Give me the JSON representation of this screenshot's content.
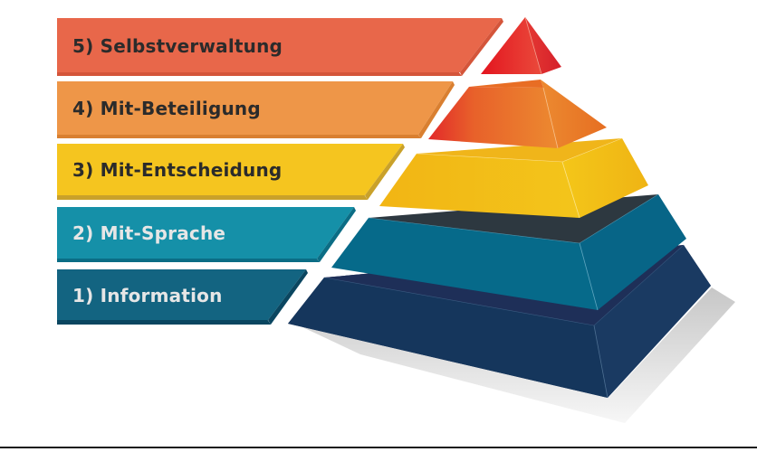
{
  "diagram": {
    "type": "participation-pyramid",
    "levels": [
      {
        "number": 5,
        "label": "5) Selbstverwaltung",
        "band_color": "#e8674a",
        "band_shadow": "#d4553a",
        "text_color": "#2b2b2b",
        "pyramid_light": "#e9423a",
        "pyramid_dark": "#d9222a"
      },
      {
        "number": 4,
        "label": "4) Mit-Beteiligung",
        "band_color": "#ee9648",
        "band_shadow": "#d97f30",
        "text_color": "#2b2b2b",
        "pyramid_light": "#ec8a30",
        "pyramid_dark": "#e2332a"
      },
      {
        "number": 3,
        "label": "3) Mit-Entscheidung",
        "band_color": "#f5c51f",
        "band_shadow": "#c9a12a",
        "text_color": "#2b2b2b",
        "pyramid_light": "#f3c21b",
        "pyramid_dark": "#efb414"
      },
      {
        "number": 2,
        "label": "2) Mit-Sprache",
        "band_color": "#1590a8",
        "band_shadow": "#0b6d85",
        "text_color": "#e6e6e6",
        "pyramid_light": "#0a7090",
        "pyramid_dark": "#06607f"
      },
      {
        "number": 1,
        "label": "1) Information",
        "band_color": "#136481",
        "band_shadow": "#0a4660",
        "text_color": "#e6e6e6",
        "pyramid_light": "#1d3560",
        "pyramid_dark": "#0e3558"
      }
    ]
  }
}
